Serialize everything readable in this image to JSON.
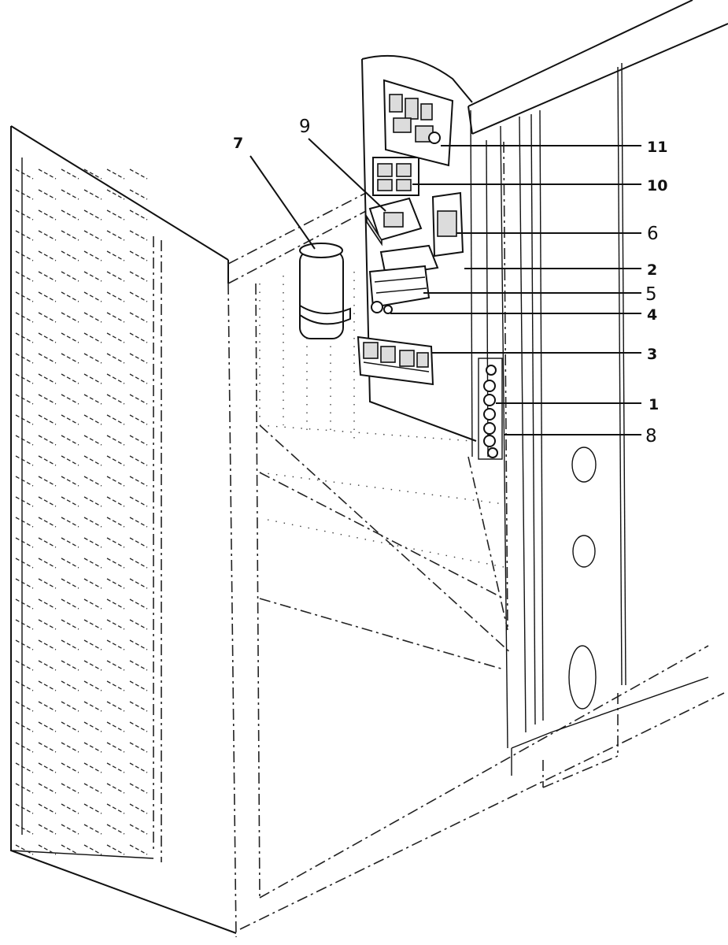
{
  "diagram": {
    "callouts": [
      {
        "id": "11",
        "label": "11"
      },
      {
        "id": "10",
        "label": "10"
      },
      {
        "id": "6",
        "label": "6"
      },
      {
        "id": "2",
        "label": "2"
      },
      {
        "id": "5",
        "label": "5"
      },
      {
        "id": "4",
        "label": "4"
      },
      {
        "id": "3",
        "label": "3"
      },
      {
        "id": "1",
        "label": "1"
      },
      {
        "id": "8",
        "label": "8"
      },
      {
        "id": "7",
        "label": "7"
      },
      {
        "id": "9",
        "label": "9"
      }
    ]
  }
}
